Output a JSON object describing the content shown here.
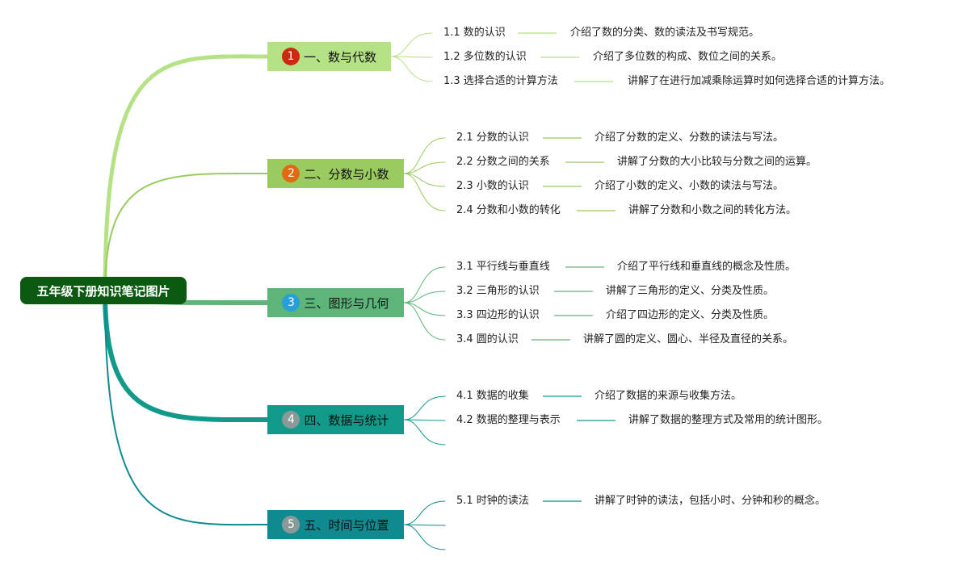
{
  "root": {
    "title": "五年级下册知识笔记图片"
  },
  "branches": [
    {
      "number": "1",
      "title": "一、数与代数",
      "color": "#b4e285",
      "badge_color": "#cc2a10",
      "leaves": [
        {
          "label": "1.1 数的认识",
          "note": "介绍了数的分类、数的读法及书写规范。"
        },
        {
          "label": "1.2 多位数的认识",
          "note": "介绍了多位数的构成、数位之间的关系。"
        },
        {
          "label": "1.3 选择合适的计算方法",
          "note": "讲解了在进行加减乘除运算时如何选择合适的计算方法。"
        }
      ]
    },
    {
      "number": "2",
      "title": "二、分数与小数",
      "color": "#9acb5e",
      "badge_color": "#e06a14",
      "leaves": [
        {
          "label": "2.1 分数的认识",
          "note": "介绍了分数的定义、分数的读法与写法。"
        },
        {
          "label": "2.2 分数之间的关系",
          "note": "讲解了分数的大小比较与分数之间的运算。"
        },
        {
          "label": "2.3 小数的认识",
          "note": "介绍了小数的定义、小数的读法与写法。"
        },
        {
          "label": "2.4 分数和小数的转化",
          "note": "讲解了分数和小数之间的转化方法。"
        }
      ]
    },
    {
      "number": "3",
      "title": "三、图形与几何",
      "color": "#5db57a",
      "badge_color": "#2a9ed8",
      "leaves": [
        {
          "label": "3.1 平行线与垂直线",
          "note": "介绍了平行线和垂直线的概念及性质。"
        },
        {
          "label": "3.2 三角形的认识",
          "note": "讲解了三角形的定义、分类及性质。"
        },
        {
          "label": "3.3 四边形的认识",
          "note": "介绍了四边形的定义、分类及性质。"
        },
        {
          "label": "3.4 圆的认识",
          "note": "讲解了圆的定义、圆心、半径及直径的关系。"
        }
      ]
    },
    {
      "number": "4",
      "title": "四、数据与统计",
      "color": "#119a8a",
      "badge_color": "#8a9a98",
      "leaves": [
        {
          "label": "4.1 数据的收集",
          "note": "介绍了数据的来源与收集方法。"
        },
        {
          "label": "4.2 数据的整理与表示",
          "note": "讲解了数据的整理方式及常用的统计图形。"
        }
      ]
    },
    {
      "number": "5",
      "title": "五、时间与位置",
      "color": "#0f8a90",
      "badge_color": "#8a9a98",
      "leaves": [
        {
          "label": "5.1 时钟的读法",
          "note": "讲解了时钟的读法，包括小时、分钟和秒的概念。"
        }
      ]
    }
  ]
}
